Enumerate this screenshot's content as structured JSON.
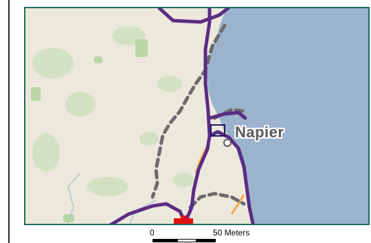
{
  "map": {
    "place_label": "Napier",
    "colors": {
      "sea": "#9bb3cd",
      "land": "#ece8dc",
      "route": "#5b2c83",
      "dashed_road": "#6b6b6b",
      "minor_road": "#f5a94a",
      "marker": "#e01010",
      "frame": "#1d6b63"
    }
  },
  "scalebar": {
    "start_label": "0",
    "end_label": "50 Meters"
  }
}
